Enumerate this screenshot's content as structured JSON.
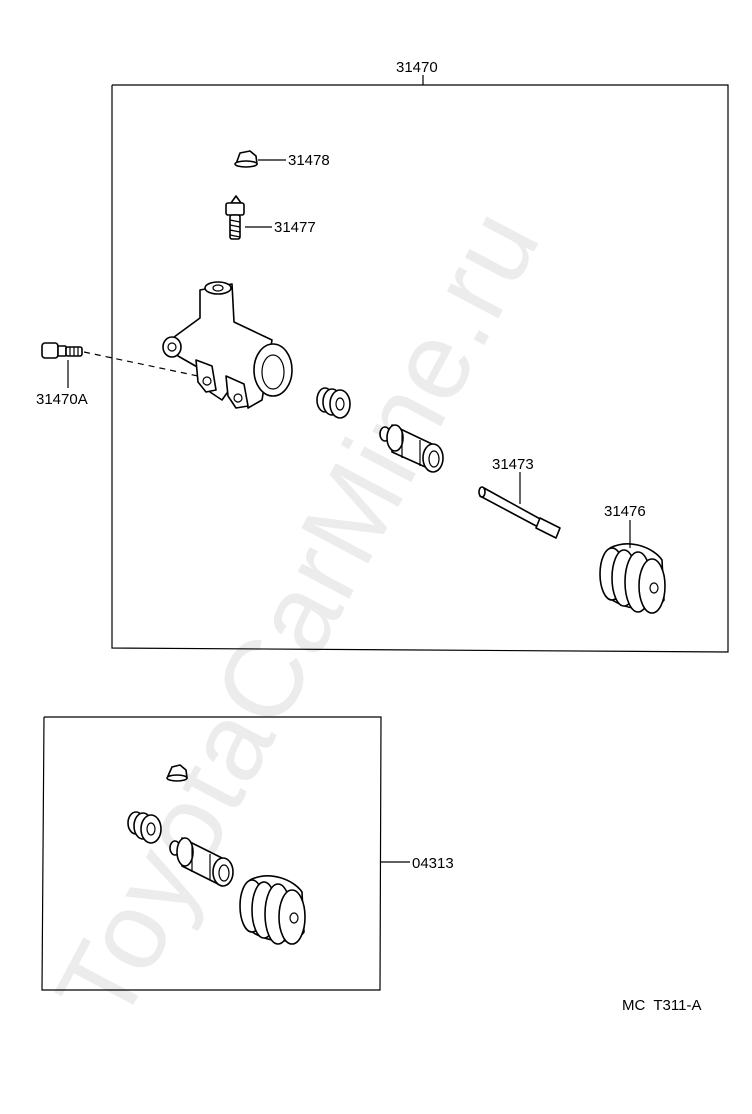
{
  "watermark": "ToyotaCarMine.ru",
  "assembly_label": "31470",
  "kit_label": "04313",
  "diagram_code": "MC  T311-A",
  "parts": [
    {
      "id": "31478",
      "icon": "bleeder-cap-icon"
    },
    {
      "id": "31477",
      "icon": "bleeder-plug-icon"
    },
    {
      "id": "31470A",
      "icon": "bolt-icon"
    },
    {
      "id": "31473",
      "icon": "push-rod-icon"
    },
    {
      "id": "31476",
      "icon": "boot-icon"
    }
  ]
}
